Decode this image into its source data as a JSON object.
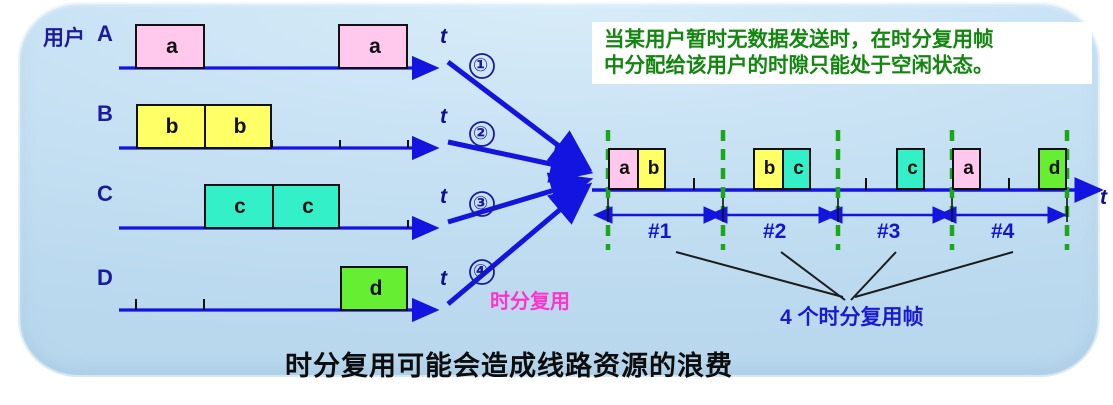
{
  "panel": {
    "bg_color": "#c5e2f3",
    "caption": "时分复用可能会造成线路资源的浪费"
  },
  "callout": {
    "text_line1": "当某用户暂时无数据发送时，在时分复用帧",
    "text_line2": "中分配给该用户的时隙只能处于空闲状态。",
    "color": "#12860f",
    "bg": "#ffffff"
  },
  "left_panel": {
    "user_label": "用户",
    "axis_label": "t",
    "rows": [
      {
        "name": "A",
        "color": "#ffc8ec",
        "blocks": [
          {
            "label": "a",
            "slot": 1,
            "span": 1
          },
          {
            "label": "a",
            "slot": 4,
            "span": 1
          }
        ]
      },
      {
        "name": "B",
        "color": "#ffff66",
        "blocks": [
          {
            "label": "b",
            "slot": 1,
            "span": 1
          },
          {
            "label": "b",
            "slot": 2,
            "span": 1
          }
        ]
      },
      {
        "name": "C",
        "color": "#33f0c8",
        "blocks": [
          {
            "label": "c",
            "slot": 2,
            "span": 1
          },
          {
            "label": "c",
            "slot": 3,
            "span": 1
          }
        ]
      },
      {
        "name": "D",
        "color": "#66ee33",
        "blocks": [
          {
            "label": "d",
            "slot": 4,
            "span": 1
          }
        ]
      }
    ],
    "connector_numbers": [
      "①",
      "②",
      "③",
      "④"
    ],
    "mux_label": "时分复用",
    "mux_label_color": "#ff33cc"
  },
  "right_panel": {
    "axis_label": "t",
    "divider_color": "#1aa81a",
    "frames": [
      {
        "label": "#1",
        "slots": [
          {
            "label": "a",
            "color": "#ffc8ec"
          },
          {
            "label": "b",
            "color": "#ffff66"
          },
          {
            "label": "",
            "color": ""
          },
          {
            "label": "",
            "color": ""
          }
        ]
      },
      {
        "label": "#2",
        "slots": [
          {
            "label": "",
            "color": ""
          },
          {
            "label": "b",
            "color": "#ffff66"
          },
          {
            "label": "c",
            "color": "#33f0c8"
          },
          {
            "label": "",
            "color": ""
          }
        ]
      },
      {
        "label": "#3",
        "slots": [
          {
            "label": "",
            "color": ""
          },
          {
            "label": "",
            "color": ""
          },
          {
            "label": "c",
            "color": "#33f0c8"
          },
          {
            "label": "",
            "color": ""
          }
        ]
      },
      {
        "label": "#4",
        "slots": [
          {
            "label": "a",
            "color": "#ffc8ec"
          },
          {
            "label": "",
            "color": ""
          },
          {
            "label": "",
            "color": ""
          },
          {
            "label": "d",
            "color": "#66ee33"
          }
        ]
      }
    ],
    "frames_note": "4 个时分复用帧",
    "frames_note_color": "#1a1ad0"
  }
}
